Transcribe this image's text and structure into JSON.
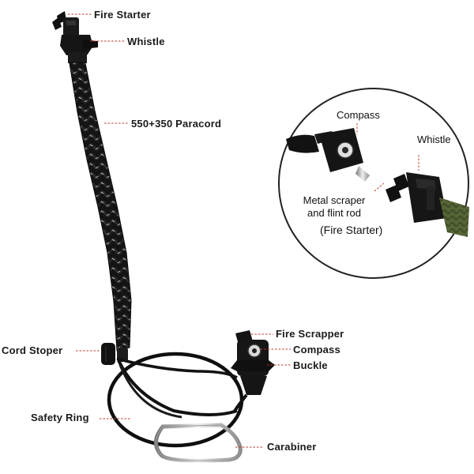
{
  "labels": {
    "fire_starter_top": "Fire Starter",
    "whistle_top": "Whistle",
    "paracord": "550+350 Paracord",
    "cord_stoper": "Cord Stoper",
    "safety_ring": "Safety Ring",
    "fire_scrapper": "Fire Scrapper",
    "compass_bottom": "Compass",
    "buckle": "Buckle",
    "carabiner": "Carabiner"
  },
  "inset": {
    "compass": "Compass",
    "whistle": "Whistle",
    "metal_scraper_line1": "Metal scraper",
    "metal_scraper_line2": "and flint rod",
    "fire_starter": "(Fire Starter)"
  },
  "colors": {
    "leader_line": "#c0392b",
    "cord": "#141414",
    "reflective": "#cfcfcf",
    "inset_border": "#222222",
    "paracord_green": "#5b6b3a"
  }
}
